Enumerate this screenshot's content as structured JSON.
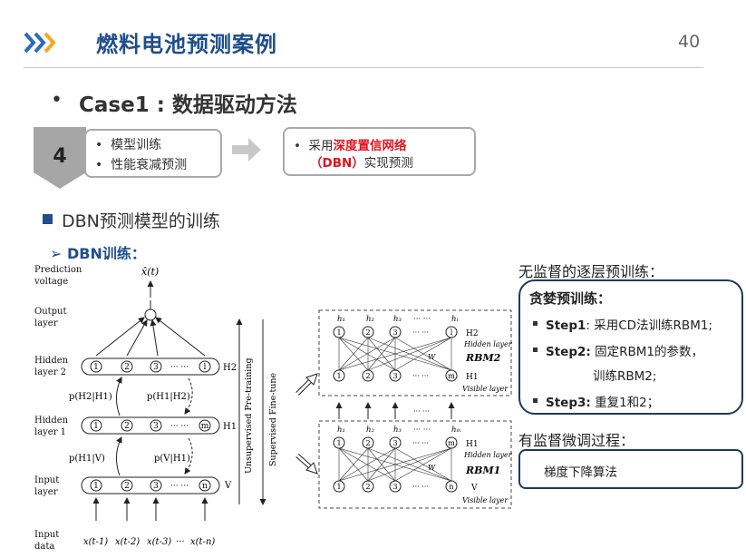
{
  "header": {
    "title": "燃料电池预测案例",
    "page_number": "40",
    "chevron_icon": "triple-chevron-right-icon",
    "accent_color": "#1f4e8c"
  },
  "case": {
    "bullet": "•",
    "title": "Case1 : 数据驱动方法"
  },
  "step_block": {
    "number": "4",
    "left_items": [
      "模型训练",
      "性能衰减预测"
    ],
    "right_prefix": "采用",
    "right_highlight": "深度置信网络",
    "right_line2_highlight": "（DBN）",
    "right_line2_rest": "实现预测",
    "highlight_color": "#e0141e"
  },
  "section": {
    "title": "DBN预测模型的训练",
    "subheading": "➢ DBN训练："
  },
  "diagram": {
    "left_labels": [
      "Prediction",
      "voltage",
      "Output",
      "layer",
      "Hidden",
      "layer 2",
      "Hidden",
      "layer 1",
      "Input",
      "layer",
      "Input",
      "data"
    ],
    "output_symbol": "x̂(t)",
    "layer_names": [
      "H2",
      "H1",
      "V"
    ],
    "probabilities": [
      "p(H2|H1)",
      "p(H1|H2)",
      "p(H1|V)",
      "p(V|H1)"
    ],
    "inputs": [
      "x(t-1)",
      "x(t-2)",
      "x(t-3)",
      "x(t-n)"
    ],
    "node_labels": [
      "1",
      "2",
      "3",
      "l",
      "m",
      "n"
    ],
    "vertical_labels": [
      "Unsupervised Pre-training",
      "Supervised Fine-tune"
    ],
    "rbm2": {
      "name": "RBM2",
      "top": "H2",
      "hidden": "Hidden layer",
      "bottom": "H1",
      "visible": "Visible layer"
    },
    "rbm1": {
      "name": "RBM1",
      "top": "H1",
      "hidden": "Hidden layer",
      "bottom": "V",
      "visible": "Visible layer"
    },
    "weight": "W",
    "dots": "··· ···"
  },
  "right_panel": {
    "unsupervised_title": "无监督的逐层预训练：",
    "greedy_title": "贪婪预训练：",
    "steps": [
      {
        "label": "Step1",
        "text": ": 采用CD法训练RBM1;"
      },
      {
        "label": "Step2:",
        "text": " 固定RBM1的参数，"
      },
      {
        "label": "",
        "text": "训练RBM2;"
      },
      {
        "label": "Step3:",
        "text": "  重复1和2；"
      }
    ],
    "supervised_title": "有监督微调过程：",
    "gradient": "梯度下降算法",
    "border_color": "#1d3b5a"
  }
}
